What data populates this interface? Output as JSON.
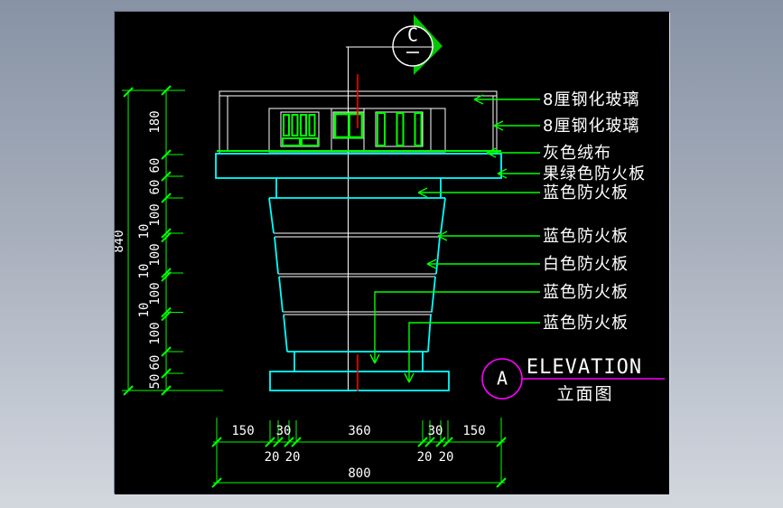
{
  "view": {
    "background": "#000000",
    "colors": {
      "dimension": "#00ff00",
      "surface": "#00ffff",
      "centerline_mark": "#ff0000",
      "title": "#ff00ff",
      "text": "#ffffff",
      "arrow_fill": "#00c800"
    }
  },
  "section_marker": {
    "letter": "C",
    "dash": ""
  },
  "title_block": {
    "marker": "A",
    "title_en": "ELEVATION",
    "title_cn": "立面图"
  },
  "annotations": [
    {
      "text": "8厘钢化玻璃"
    },
    {
      "text": "8厘钢化玻璃"
    },
    {
      "text": "灰色绒布"
    },
    {
      "text": "果绿色防火板"
    },
    {
      "text": "蓝色防火板"
    },
    {
      "text": "蓝色防火板"
    },
    {
      "text": "白色防火板"
    },
    {
      "text": "蓝色防火板"
    },
    {
      "text": "蓝色防火板"
    }
  ],
  "dimensions": {
    "left_total": "840",
    "left_chain": [
      "180",
      "60",
      "60",
      "100",
      "10",
      "100",
      "10",
      "100",
      "10",
      "100",
      "60",
      "50"
    ],
    "bottom_row_top": [
      "150",
      "30",
      "360",
      "30",
      "150"
    ],
    "bottom_row_sub": [
      "20",
      "20",
      "20",
      "20"
    ],
    "bottom_total": "800"
  }
}
